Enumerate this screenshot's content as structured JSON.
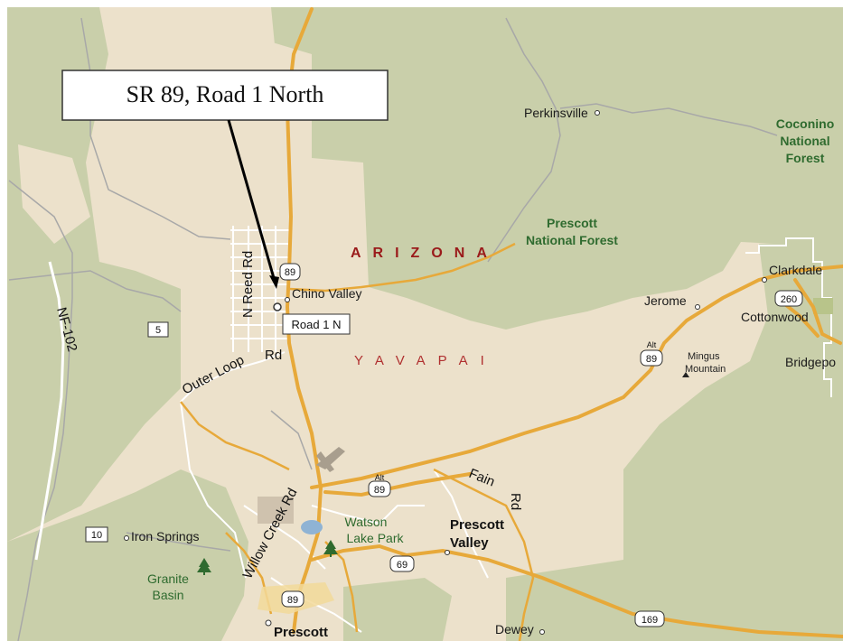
{
  "callout": {
    "title": "SR 89, Road 1 North"
  },
  "marker_tag": {
    "label": "Road 1 N"
  },
  "colors": {
    "land": "#ece1cb",
    "forest": "#c9cfaa",
    "major_road": "#e7a93a",
    "minor_road": "#ffffff",
    "boundary": "#a8a8a8",
    "arrow": "#000000"
  },
  "places": {
    "perkinsville": "Perkinsville",
    "chino_valley": "Chino Valley",
    "jerome": "Jerome",
    "clarkdale": "Clarkdale",
    "cottonwood": "Cottonwood",
    "bridgeport": "Bridgepo",
    "mingus_1": "Mingus",
    "mingus_2": "Mountain",
    "iron_springs": "Iron Springs",
    "prescott_valley_1": "Prescott",
    "prescott_valley_2": "Valley",
    "prescott": "Prescott",
    "dewey": "Dewey"
  },
  "regions": {
    "state": "ARIZONA",
    "county": "YAVAPAI"
  },
  "forests": {
    "coconino_1": "Coconino",
    "coconino_2": "National",
    "coconino_3": "Forest",
    "prescott_nf_1": "Prescott",
    "prescott_nf_2": "National Forest",
    "granite_1": "Granite",
    "granite_2": "Basin",
    "watson_1": "Watson",
    "watson_2": "Lake Park"
  },
  "roads": {
    "n_reed_rd": "N Reed Rd",
    "outer_loop": "Outer Loop",
    "rd": "Rd",
    "willow_creek": "Willow Creek Rd",
    "fain": "Fain",
    "fain_rd": "Rd",
    "nf102": "NF-102"
  },
  "shields": {
    "sr89_north": "89",
    "alt89_west": "89",
    "alt89_east": "89",
    "sr89_south": "89",
    "sr260": "260",
    "sr69": "69",
    "sr169": "169",
    "cr5": "5",
    "cr10": "10",
    "alt_label": "Alt"
  }
}
